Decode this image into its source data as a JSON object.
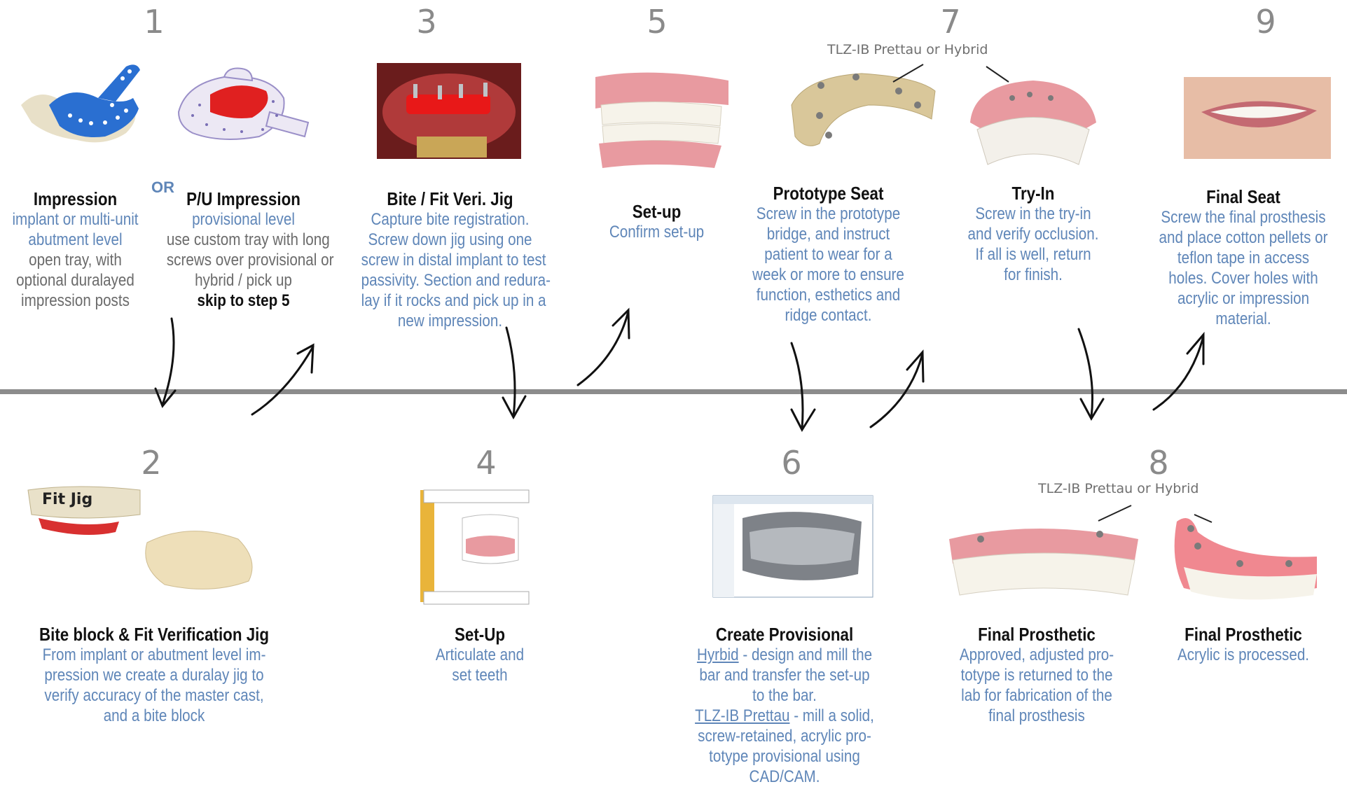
{
  "steps": {
    "s1": {
      "number": "1",
      "title": "Impression",
      "line1": "implant or multi-unit",
      "line2": "abutment level",
      "line3": "open tray, with",
      "line4": "optional duralayed",
      "line5": "impression posts"
    },
    "or_label": "OR",
    "s1b": {
      "title": "P/U Impression",
      "line1": "provisional level",
      "line2": "use custom tray with long",
      "line3": "screws over provisional or",
      "line4": "hybrid / pick up",
      "line5": "skip to step 5"
    },
    "s2": {
      "number": "2",
      "label": "Fit Jig",
      "title": "Bite block & Fit Verification Jig",
      "line1": "From implant or abutment level im-",
      "line2": "pression we create a duralay jig to",
      "line3": "verify accuracy of the master cast,",
      "line4": "and a bite block"
    },
    "s3": {
      "number": "3",
      "title": "Bite / Fit Veri. Jig",
      "line1": "Capture bite registration.",
      "line2": "Screw down jig using one",
      "line3": "screw in distal implant to test",
      "line4": "passivity. Section and redura-",
      "line5": "lay if it rocks and pick up in a",
      "line6": "new impression."
    },
    "s4": {
      "number": "4",
      "title": "Set-Up",
      "line1": "Articulate and",
      "line2": "set teeth"
    },
    "s5": {
      "number": "5",
      "title": "Set-up",
      "line1": "Confirm set-up"
    },
    "s6": {
      "number": "6",
      "title": "Create Provisional",
      "l1a": "Hyrbid",
      "l1b": " - design and mill the",
      "line2": "bar and transfer the set-up",
      "line3": "to the bar.",
      "l4a": "TLZ-IB Prettau",
      "l4b": " - mill a solid,",
      "line5": "screw-retained, acrylic pro-",
      "line6": "totype provisional using",
      "line7": "CAD/CAM."
    },
    "s7": {
      "number": "7",
      "material": "TLZ-IB Prettau or Hybrid",
      "title_a": "Prototype Seat",
      "a1": "Screw in the prototype",
      "a2": "bridge, and instruct",
      "a3": "patient to wear for a",
      "a4": "week or more to ensure",
      "a5": "function, esthetics and",
      "a6": "ridge contact.",
      "title_b": "Try-In",
      "b1": "Screw in the try-in",
      "b2": "and verify occlusion.",
      "b3": "If all is well, return",
      "b4": "for finish."
    },
    "s8": {
      "number": "8",
      "material": "TLZ-IB Prettau or Hybrid",
      "title_a": "Final Prosthetic",
      "a1": "Approved, adjusted pro-",
      "a2": "totype is returned to the",
      "a3": "lab for fabrication of the",
      "a4": "final prosthesis",
      "title_b": "Final Prosthetic",
      "b1": "Acrylic is processed."
    },
    "s9": {
      "number": "9",
      "title": "Final Seat",
      "line1": "Screw the final prosthesis",
      "line2": "and place cotton pellets or",
      "line3": "teflon tape in access",
      "line4": "holes. Cover holes with",
      "line5": "acrylic or impression",
      "line6": "material."
    }
  },
  "colors": {
    "accent_blue": "#5f86b8",
    "number_gray": "#8a8a8a",
    "timeline": "#8c8c8c",
    "gum_pink": "#e89aa0",
    "tray_blue": "#2a6fd1"
  }
}
